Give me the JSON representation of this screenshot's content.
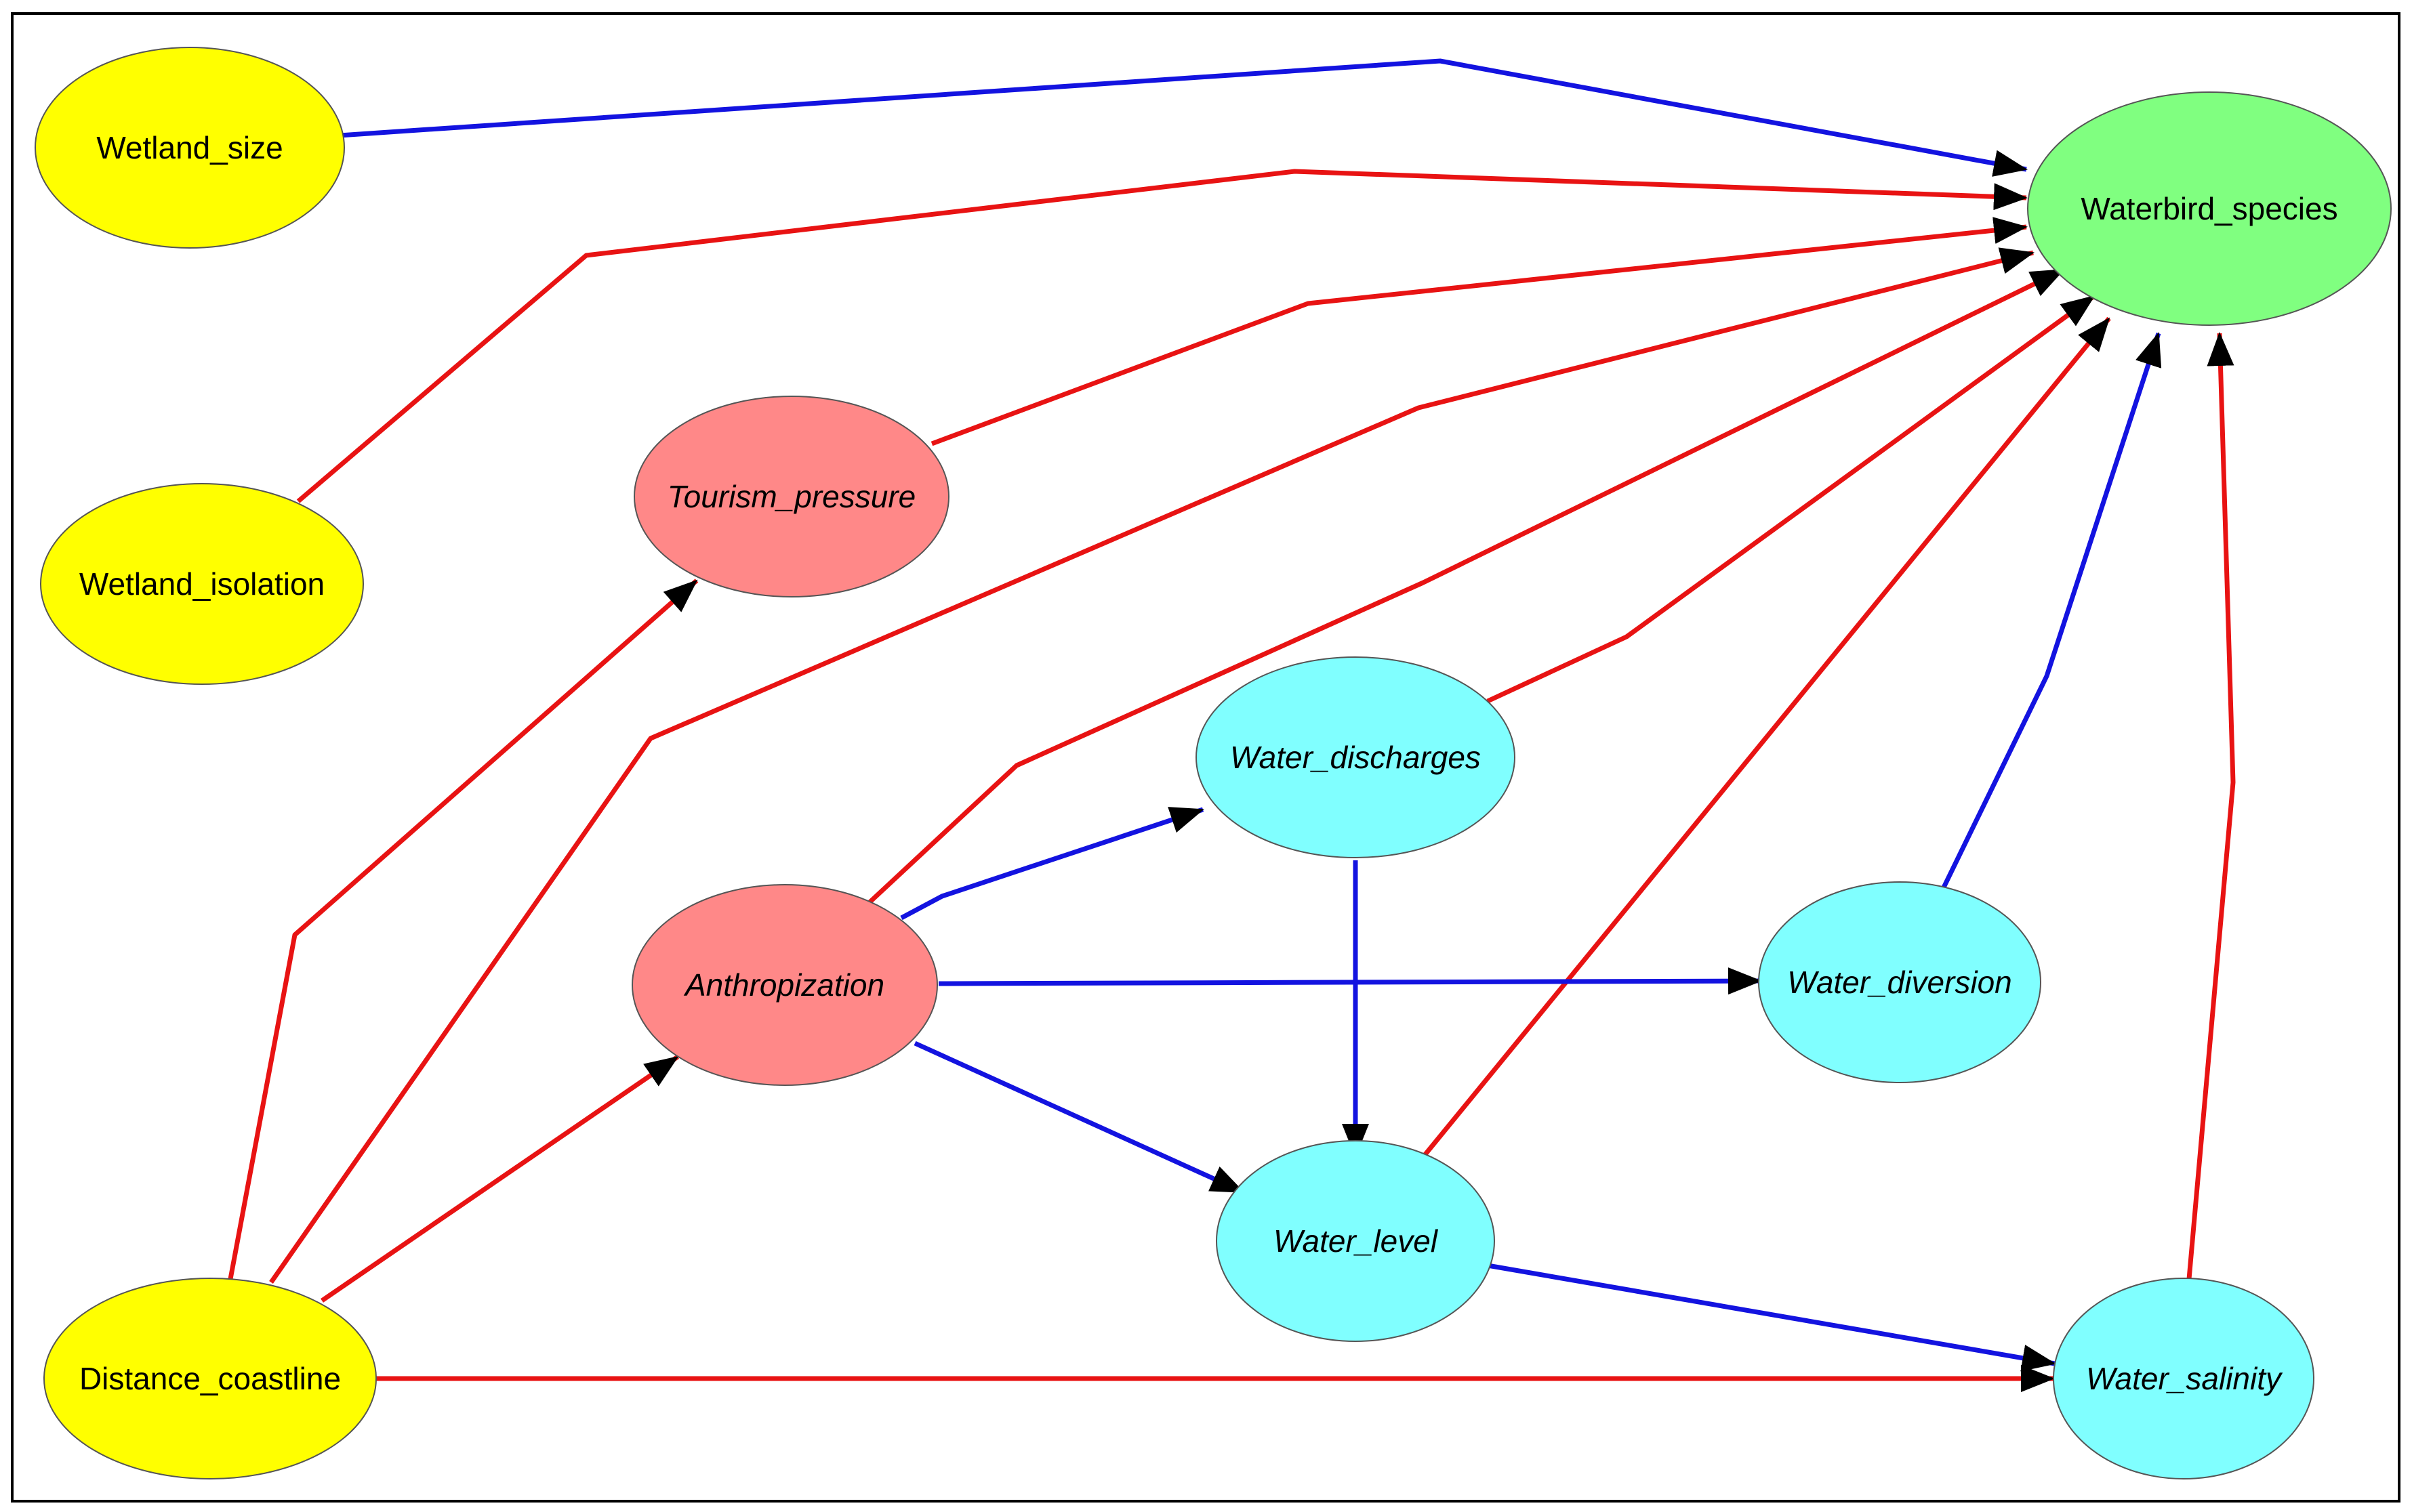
{
  "colors": {
    "positive_edge": "#e81313",
    "negative_edge": "#1313e0",
    "arrowhead": "#000000",
    "yellow_node": "#ffff00",
    "green_node": "#80ff80",
    "red_node": "#ff8888",
    "cyan_node": "#80ffff",
    "border": "#000000"
  },
  "nodes": [
    {
      "id": "wetland_size",
      "label": "Wetland_size",
      "fill_key": "yellow_node",
      "italic": false
    },
    {
      "id": "wetland_isolation",
      "label": "Wetland_isolation",
      "fill_key": "yellow_node",
      "italic": false
    },
    {
      "id": "distance_coastline",
      "label": "Distance_coastline",
      "fill_key": "yellow_node",
      "italic": false
    },
    {
      "id": "waterbird_species",
      "label": "Waterbird_species",
      "fill_key": "green_node",
      "italic": false
    },
    {
      "id": "tourism_pressure",
      "label": "Tourism_pressure",
      "fill_key": "red_node",
      "italic": true
    },
    {
      "id": "anthropization",
      "label": "Anthropization",
      "fill_key": "red_node",
      "italic": true
    },
    {
      "id": "water_discharges",
      "label": "Water_discharges",
      "fill_key": "cyan_node",
      "italic": true
    },
    {
      "id": "water_diversion",
      "label": "Water_diversion",
      "fill_key": "cyan_node",
      "italic": true
    },
    {
      "id": "water_level",
      "label": "Water_level",
      "fill_key": "cyan_node",
      "italic": true
    },
    {
      "id": "water_salinity",
      "label": "Water_salinity",
      "fill_key": "cyan_node",
      "italic": true
    }
  ],
  "edges": [
    {
      "from": "wetland_size",
      "to": "waterbird_species",
      "sign": "negative"
    },
    {
      "from": "wetland_isolation",
      "to": "waterbird_species",
      "sign": "positive"
    },
    {
      "from": "tourism_pressure",
      "to": "waterbird_species",
      "sign": "positive"
    },
    {
      "from": "distance_coastline",
      "to": "waterbird_species",
      "sign": "positive"
    },
    {
      "from": "anthropization",
      "to": "waterbird_species",
      "sign": "positive"
    },
    {
      "from": "water_discharges",
      "to": "waterbird_species",
      "sign": "positive"
    },
    {
      "from": "water_level",
      "to": "waterbird_species",
      "sign": "positive"
    },
    {
      "from": "water_diversion",
      "to": "waterbird_species",
      "sign": "negative"
    },
    {
      "from": "water_salinity",
      "to": "waterbird_species",
      "sign": "positive"
    },
    {
      "from": "distance_coastline",
      "to": "tourism_pressure",
      "sign": "positive"
    },
    {
      "from": "distance_coastline",
      "to": "anthropization",
      "sign": "positive"
    },
    {
      "from": "distance_coastline",
      "to": "water_salinity",
      "sign": "positive"
    },
    {
      "from": "anthropization",
      "to": "water_discharges",
      "sign": "negative"
    },
    {
      "from": "anthropization",
      "to": "water_diversion",
      "sign": "negative"
    },
    {
      "from": "anthropization",
      "to": "water_level",
      "sign": "negative"
    },
    {
      "from": "water_discharges",
      "to": "water_level",
      "sign": "negative"
    },
    {
      "from": "water_level",
      "to": "water_salinity",
      "sign": "negative"
    }
  ]
}
